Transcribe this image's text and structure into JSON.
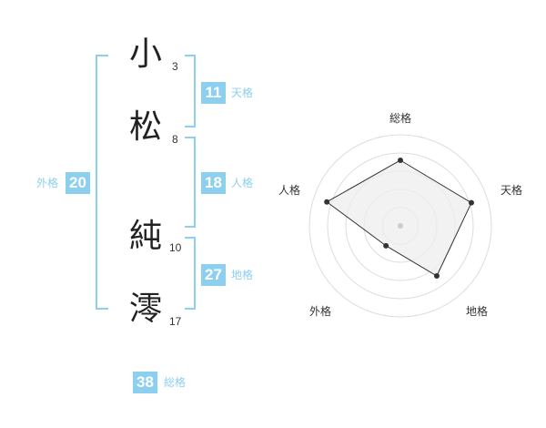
{
  "name_chars": [
    {
      "char": "小",
      "strokes": "3"
    },
    {
      "char": "松",
      "strokes": "8"
    },
    {
      "char": "純",
      "strokes": "10"
    },
    {
      "char": "澪",
      "strokes": "17"
    }
  ],
  "grids": {
    "tenkaku": {
      "value": "11",
      "label": "天格"
    },
    "jinkaku": {
      "value": "18",
      "label": "人格"
    },
    "chikaku": {
      "value": "27",
      "label": "地格"
    },
    "gaikaku": {
      "value": "20",
      "label": "外格"
    },
    "soukaku": {
      "value": "38",
      "label": "総格"
    }
  },
  "colors": {
    "accent": "#8ccfef",
    "text": "#222222",
    "radar_fill": "#eeeeee",
    "radar_line": "#333333"
  },
  "chart_data": {
    "type": "radar",
    "axes": [
      "総格",
      "天格",
      "地格",
      "外格",
      "人格"
    ],
    "values": [
      0.72,
      0.82,
      0.68,
      0.27,
      0.85
    ],
    "range": [
      0,
      1
    ],
    "rings": 4
  }
}
